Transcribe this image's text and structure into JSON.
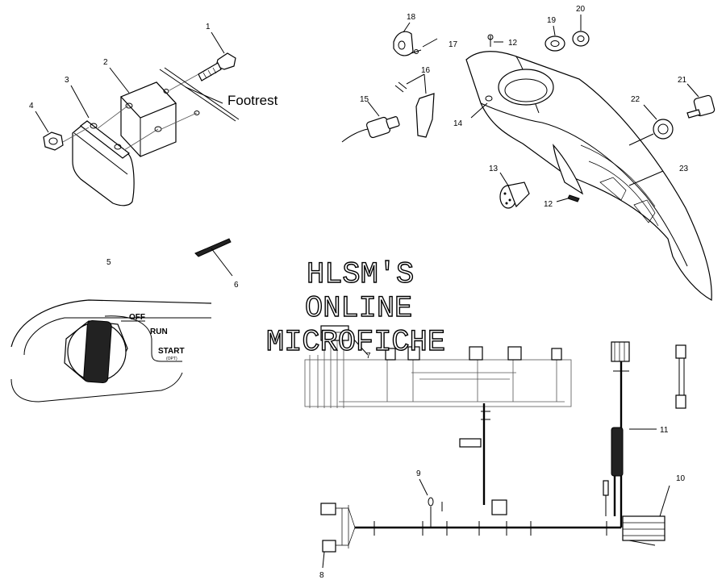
{
  "callouts": [
    "1",
    "2",
    "3",
    "4",
    "5",
    "6",
    "7",
    "8",
    "9",
    "10",
    "11",
    "12",
    "13",
    "14",
    "15",
    "16",
    "17",
    "18",
    "19",
    "20",
    "21",
    "22",
    "23"
  ],
  "footrest_label": "Footrest",
  "switch_positions": {
    "off": "OFF",
    "run": "RUN",
    "start": "START",
    "opt": "(OPT)"
  },
  "watermark": [
    "HLSM'S",
    "ONLINE",
    "MICROFICHE"
  ]
}
